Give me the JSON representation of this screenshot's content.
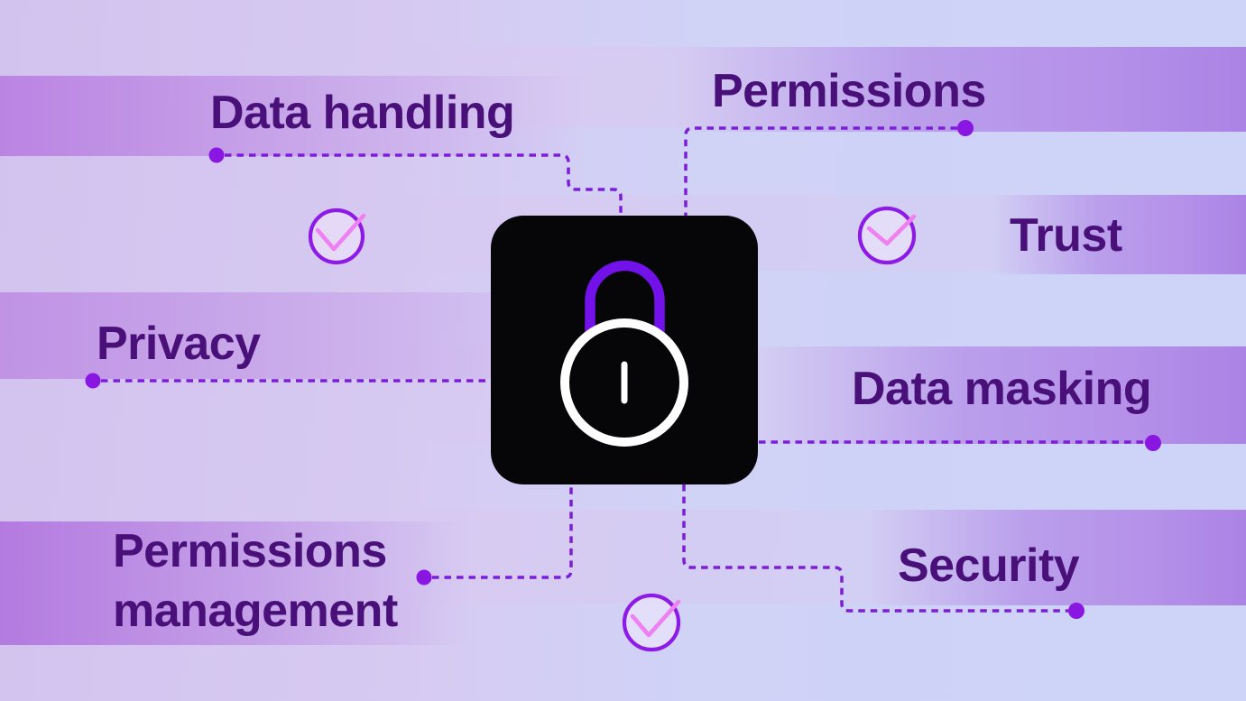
{
  "diagram": {
    "title": "Padlock security concept diagram",
    "center": {
      "icon": "padlock"
    },
    "labels": {
      "data_handling": "Data handling",
      "permissions": "Permissions",
      "trust": "Trust",
      "privacy": "Privacy",
      "data_masking": "Data masking",
      "permissions_management": "Permissions management",
      "security": "Security"
    },
    "checkmarks": [
      {
        "name": "check-top-left"
      },
      {
        "name": "check-top-right"
      },
      {
        "name": "check-bottom-center"
      }
    ],
    "colors": {
      "label_text": "#481078",
      "connector_line": "#7c1ed6",
      "connector_dot": "#8a16e2",
      "check_circle": "#8d1ae6",
      "check_mark": "#ee80f2",
      "lock_background": "#060609",
      "lock_shackle": "#7311ea",
      "lock_body": "#ffffff",
      "background_base": "#d5c9f1",
      "band_dark": "#b591e9",
      "stripe_light": "#ced3f8"
    }
  }
}
